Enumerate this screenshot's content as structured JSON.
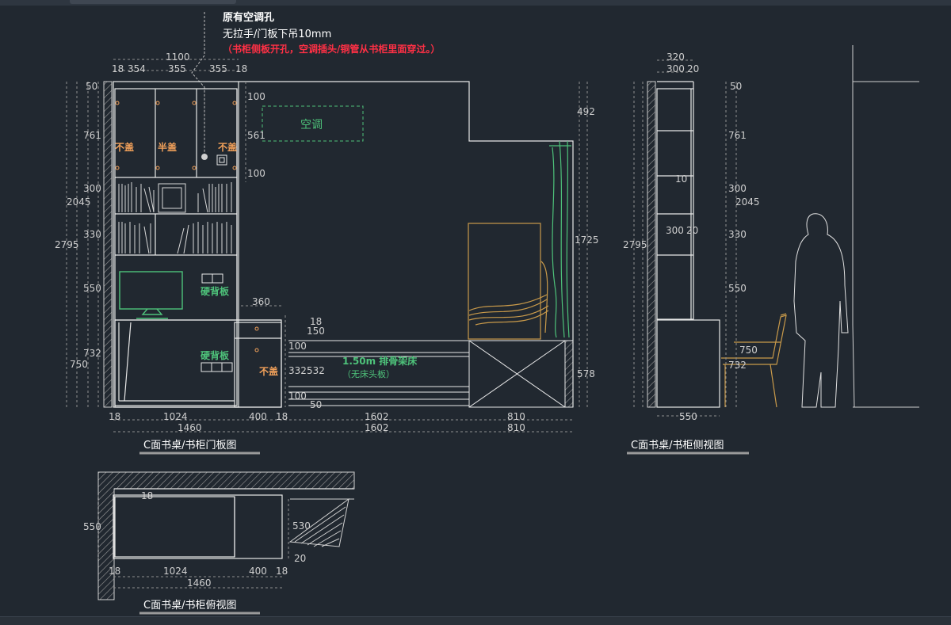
{
  "notes": {
    "line1": "原有空调孔",
    "line2": "无拉手/门板下吊10mm",
    "line3": "（书柜侧板开孔，空调插头/铜管从书柜里面穿过。）"
  },
  "front_view": {
    "title": "C面书桌/书柜门板图",
    "labels": {
      "aircon": "空调",
      "no_cover_left": "不盖",
      "half_cover": "半盖",
      "no_cover_right": "不盖",
      "hard_back_upper": "硬背板",
      "hard_back_lower": "硬背板",
      "no_cover_desk": "不盖",
      "bed_label": "1.50m 排骨架床",
      "bed_sub": "（无床头板）"
    },
    "top_dims": [
      "1100",
      "18",
      "354",
      "355",
      "355",
      "18"
    ],
    "left_dims": [
      "50",
      "761",
      "300",
      "2045",
      "330",
      "2795",
      "550",
      "732",
      "750"
    ],
    "mid_dims": [
      "100",
      "561",
      "100",
      "360",
      "18",
      "150",
      "100",
      "332",
      "532",
      "100",
      "50"
    ],
    "right_dims": [
      "492",
      "1725",
      "578"
    ],
    "bottom_dims": [
      "18",
      "1024",
      "400",
      "18",
      "1602",
      "810",
      "1460",
      "1602",
      "810"
    ]
  },
  "side_view": {
    "title": "C面书桌/书柜侧视图",
    "top_dims": [
      "320",
      "300",
      "20",
      "10",
      "300",
      "20"
    ],
    "left_dims": [
      "2795"
    ],
    "right_dims": [
      "50",
      "761",
      "300",
      "2045",
      "330",
      "550",
      "750",
      "732"
    ],
    "bottom_dims": [
      "550"
    ]
  },
  "top_view": {
    "title": "C面书桌/书柜俯视图",
    "dims": [
      "550",
      "18",
      "530",
      "20",
      "18",
      "1024",
      "400",
      "18",
      "1460"
    ]
  },
  "colors": {
    "background": "#212830",
    "lines": "#e8e8e8",
    "dims": "#cfcfcf",
    "note_red": "#ff3045",
    "orange": "#f2a15a",
    "green": "#4ec27a",
    "wood": "#c99a4a",
    "dim_dashes": "#8f8f8f"
  }
}
